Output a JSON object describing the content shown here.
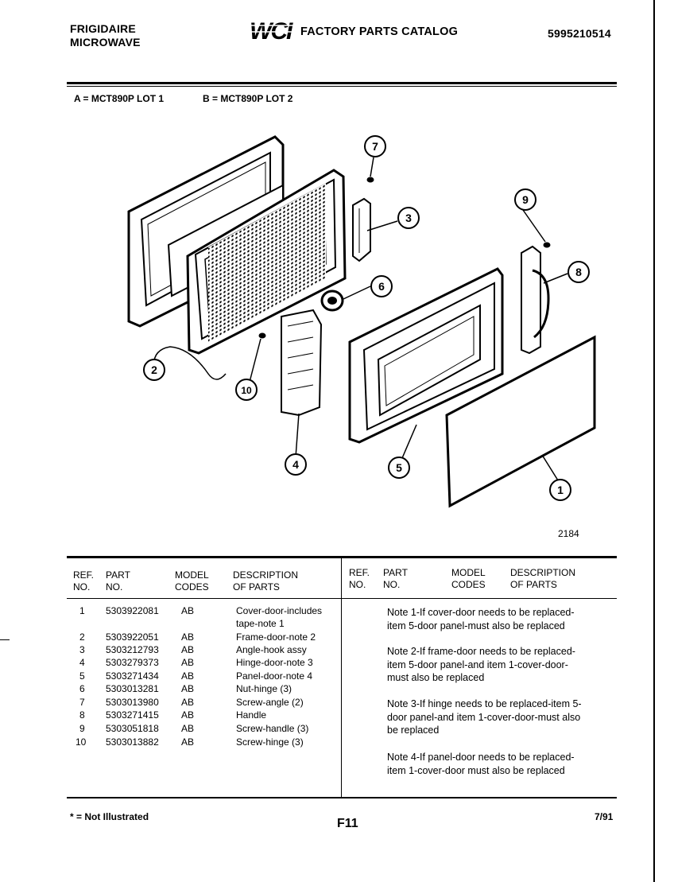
{
  "header": {
    "brand_line1": "FRIGIDAIRE",
    "brand_line2": "MICROWAVE",
    "logo_text": "WCI",
    "catalog_title": "FACTORY PARTS CATALOG",
    "catalog_number": "5995210514"
  },
  "models": {
    "model_a": "A = MCT890P LOT 1",
    "model_b": "B = MCT890P LOT 2"
  },
  "diagram": {
    "callouts": [
      "1",
      "2",
      "3",
      "4",
      "5",
      "6",
      "7",
      "8",
      "9",
      "10"
    ],
    "figure_number": "2184"
  },
  "table": {
    "headers": {
      "ref_no": [
        "REF.",
        "NO."
      ],
      "part_no": [
        "PART",
        "NO."
      ],
      "model_codes": [
        "MODEL",
        "CODES"
      ],
      "description": [
        "DESCRIPTION",
        "OF PARTS"
      ]
    },
    "rows": [
      {
        "ref": "1",
        "part": "5303922081",
        "codes": "AB",
        "desc1": "Cover-door-includes",
        "desc2": "tape-note 1"
      },
      {
        "ref": "2",
        "part": "5303922051",
        "codes": "AB",
        "desc1": "Frame-door-note 2"
      },
      {
        "ref": "3",
        "part": "5303212793",
        "codes": "AB",
        "desc1": "Angle-hook assy"
      },
      {
        "ref": "4",
        "part": "5303279373",
        "codes": "AB",
        "desc1": "Hinge-door-note 3"
      },
      {
        "ref": "5",
        "part": "5303271434",
        "codes": "AB",
        "desc1": "Panel-door-note 4"
      },
      {
        "ref": "6",
        "part": "5303013281",
        "codes": "AB",
        "desc1": "Nut-hinge (3)"
      },
      {
        "ref": "7",
        "part": "5303013980",
        "codes": "AB",
        "desc1": "Screw-angle (2)"
      },
      {
        "ref": "8",
        "part": "5303271415",
        "codes": "AB",
        "desc1": "Handle"
      },
      {
        "ref": "9",
        "part": "5303051818",
        "codes": "AB",
        "desc1": "Screw-handle (3)"
      },
      {
        "ref": "10",
        "part": "5303013882",
        "codes": "AB",
        "desc1": "Screw-hinge (3)"
      }
    ],
    "notes": [
      {
        "line1": "Note 1-If cover-door needs to be replaced-",
        "line2": "item 5-door panel-must also be replaced"
      },
      {
        "line1": "Note 2-If frame-door needs to be replaced-",
        "line2": "item 5-door panel-and item 1-cover-door-",
        "line3": "must also be replaced"
      },
      {
        "line1": "Note 3-If hinge needs to be replaced-item 5-",
        "line2": "door panel-and item 1-cover-door-must also",
        "line3": "be replaced"
      },
      {
        "line1": "Note 4-If panel-door needs to be replaced-",
        "line2": "item 1-cover-door must also be replaced"
      }
    ]
  },
  "footer": {
    "not_illustrated": "* = Not Illustrated",
    "page_code": "F11",
    "date": "7/91"
  }
}
